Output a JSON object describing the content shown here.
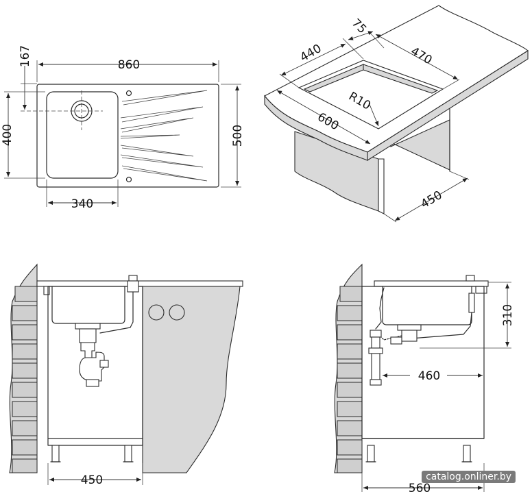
{
  "top_view": {
    "dim_width": "860",
    "dim_height": "500",
    "dim_bowl_height": "400",
    "dim_bowl_width": "340",
    "dim_offset": "167"
  },
  "iso_view": {
    "dim_top_depth": "75",
    "dim_bowl_length": "440",
    "dim_bowl_right": "470",
    "dim_radius": "R10",
    "dim_depth": "600",
    "dim_cabinet": "450"
  },
  "front_view": {
    "dim_cabinet_width": "450"
  },
  "side_view": {
    "dim_bowl_depth": "310",
    "dim_drain_offset": "460",
    "dim_cabinet_depth": "560"
  },
  "watermark": "catalog.onliner.by"
}
